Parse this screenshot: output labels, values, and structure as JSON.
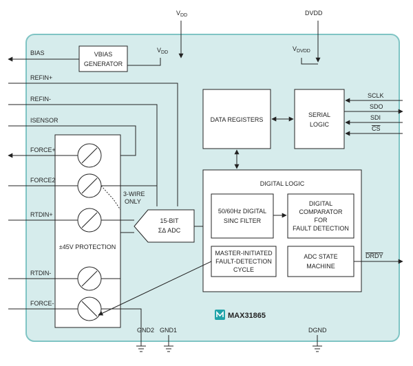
{
  "colors": {
    "chip_fill": "#d6ecec",
    "chip_border": "#7fc4c4",
    "block_fill": "#ffffff",
    "line": "#222222",
    "logo": "#1fa3a8"
  },
  "supplies": {
    "vdd": "V",
    "vdd_sub": "DD",
    "dvdd": "DVDD",
    "vdvdd": "V",
    "vdvdd_sub": "DVDD",
    "vdd_inner": "V",
    "vdd_inner_sub": "DD"
  },
  "pins_left": {
    "bias": "BIAS",
    "refin_plus": "REFIN+",
    "refin_minus": "REFIN-",
    "isensor": "ISENSOR",
    "force_plus": "FORCE+",
    "force2": "FORCE2",
    "rtdin_plus": "RTDIN+",
    "rtdin_minus": "RTDIN-",
    "force_minus": "FORCE-"
  },
  "pins_right": {
    "sclk": "SCLK",
    "sdo": "SDO",
    "sdi": "SDI",
    "cs": "CS",
    "drdy": "DRDY"
  },
  "pins_bottom": {
    "gnd2": "GND2",
    "gnd1": "GND1",
    "dgnd": "DGND"
  },
  "blocks": {
    "vbias_line1": "VBIAS",
    "vbias_line2": "GENERATOR",
    "data_registers": "DATA REGISTERS",
    "serial_line1": "SERIAL",
    "serial_line2": "LOGIC",
    "adc_line1": "15-BIT",
    "adc_line2": "ΣΔ ADC",
    "digital_logic": "DIGITAL LOGIC",
    "sinc_line1": "50/60Hz DIGITAL",
    "sinc_line2": "SINC FILTER",
    "comp_line1": "DIGITAL",
    "comp_line2": "COMPARATOR",
    "comp_line3": "FOR",
    "comp_line4": "FAULT DETECTION",
    "fault_line1": "MASTER-INITIATED",
    "fault_line2": "FAULT-DETECTION",
    "fault_line3": "CYCLE",
    "adcsm_line1": "ADC STATE",
    "adcsm_line2": "MACHINE",
    "protection": "±45V PROTECTION",
    "three_wire_line1": "3-WIRE",
    "three_wire_line2": "ONLY"
  },
  "part_number": "MAX31865",
  "logo": "maxim-logo"
}
